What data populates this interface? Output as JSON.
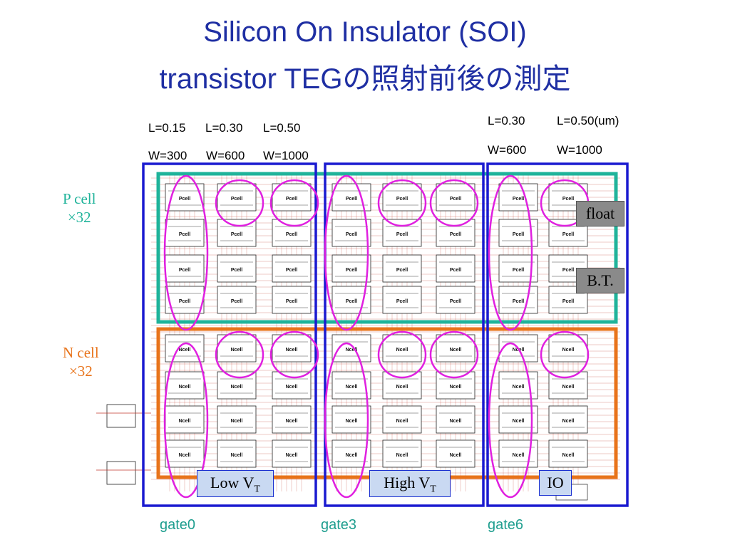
{
  "title": {
    "line1": "Silicon On Insulator (SOI)",
    "line2": "transistor TEGの照射前後の測定"
  },
  "params_left": {
    "l1": "L=0.15",
    "l2": "L=0.30",
    "l3": "L=0.50",
    "w1": "W=300",
    "w2": "W=600",
    "w3": "W=1000"
  },
  "params_right": {
    "l1": "L=0.30",
    "l2": "L=0.50(um)",
    "w1": "W=600",
    "w2": "W=1000"
  },
  "side_labels": {
    "p_line1": "P cell",
    "p_line2": "×32",
    "n_line1": "N cell",
    "n_line2": "×32"
  },
  "tags": {
    "float": "float",
    "bt": "B.T.",
    "low_vt": "Low V",
    "high_vt": "High V",
    "vt_sub": "T",
    "io": "IO"
  },
  "gates": {
    "g0": "gate0",
    "g3": "gate3",
    "g6": "gate6"
  },
  "colors": {
    "title": "#1f2fa3",
    "p_box": "#1fb39a",
    "n_box": "#e8731a",
    "gate_box": "#1a1ad0",
    "ellipse": "#e020e0",
    "circuit_line": "#c0392b"
  },
  "cell_text": {
    "pcell": "Pcell",
    "ncell": "Ncell"
  }
}
